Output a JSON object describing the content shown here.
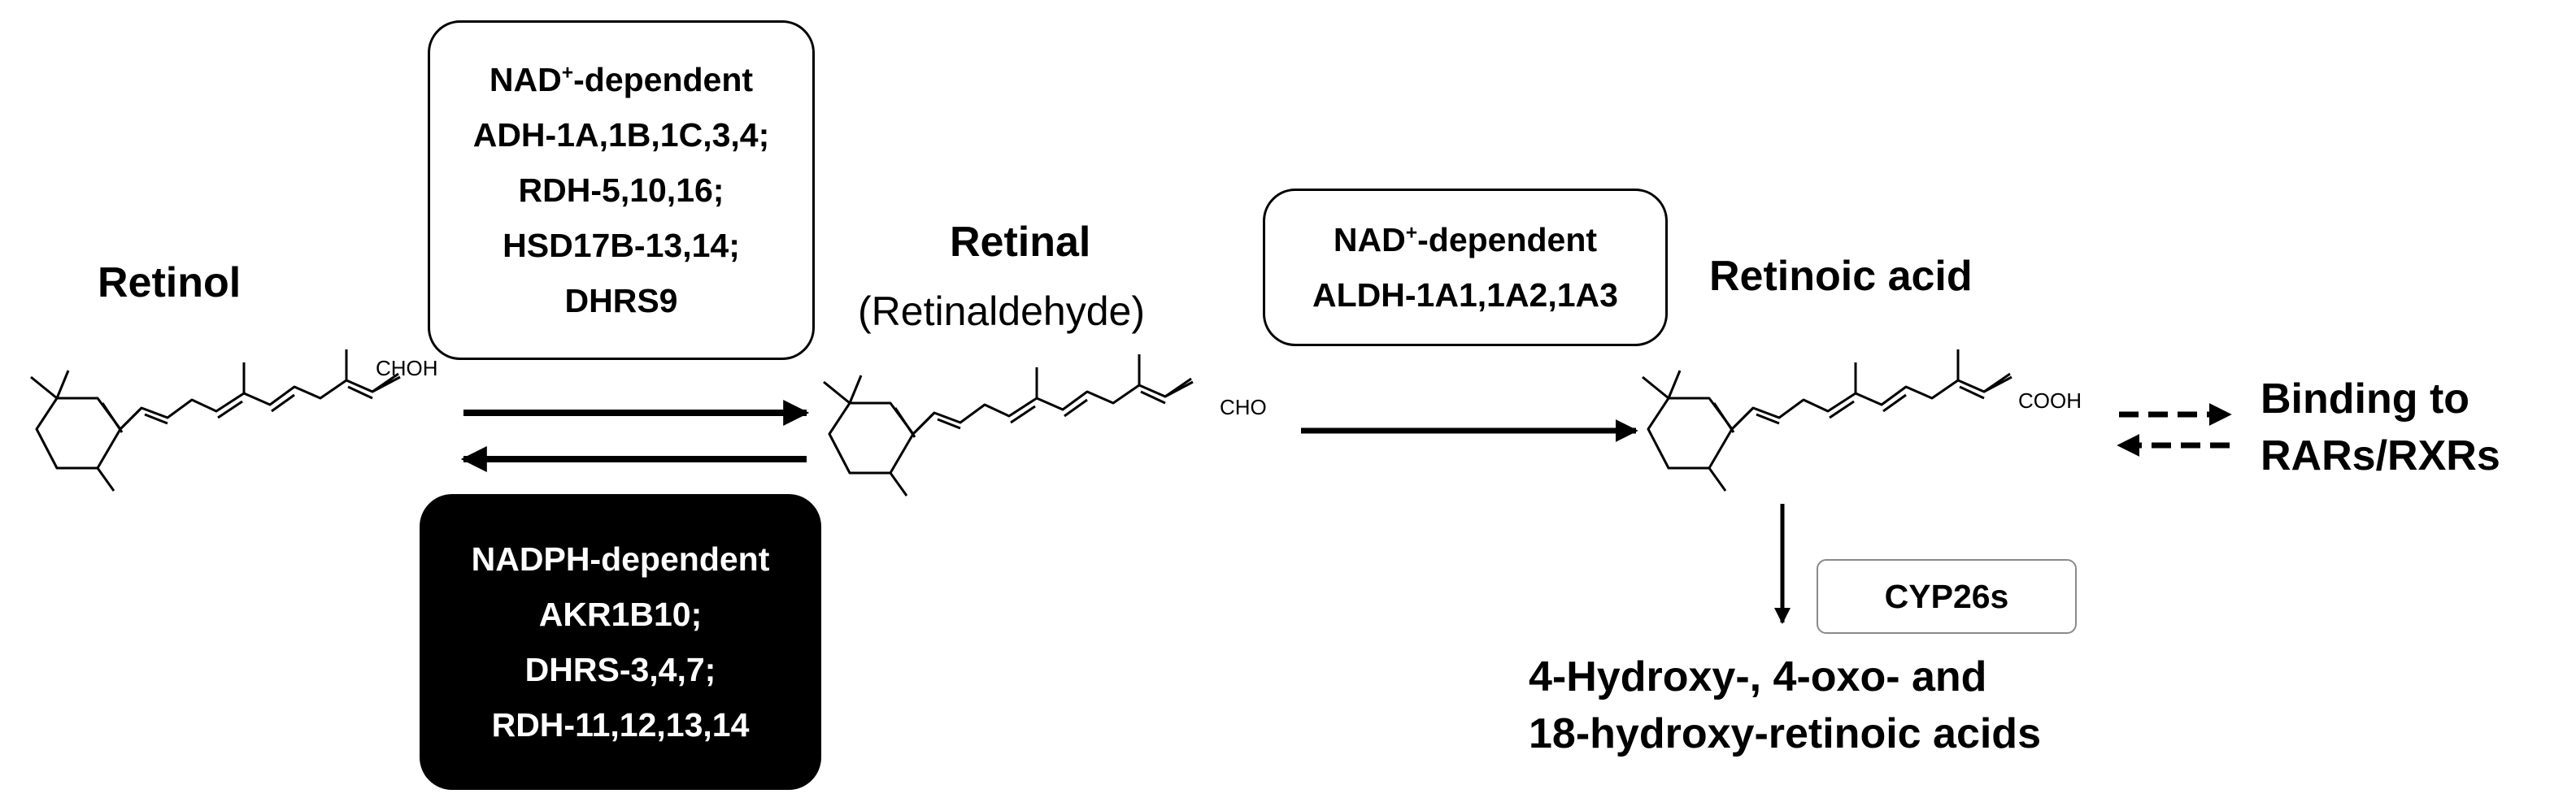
{
  "compounds": {
    "retinol": {
      "title": "Retinol",
      "group": "CHOH"
    },
    "retinal": {
      "title": "Retinal",
      "subtitle": "(Retinaldehyde)",
      "group": "CHO"
    },
    "retinoic_acid": {
      "title": "Retinoic acid",
      "group": "COOH"
    }
  },
  "enzymes": {
    "oxidation_retinol": {
      "cofactor_prefix": "NAD",
      "cofactor_sup": "+",
      "cofactor_suffix": "-dependent",
      "lines": [
        "ADH-1A,1B,1C,3,4;",
        "RDH-5,10,16;",
        "HSD17B-13,14;",
        "DHRS9"
      ]
    },
    "reduction_retinal": {
      "header": "NADPH-dependent",
      "lines": [
        "AKR1B10;",
        "DHRS-3,4,7;",
        "RDH-11,12,13,14"
      ]
    },
    "oxidation_retinal": {
      "cofactor_prefix": "NAD",
      "cofactor_sup": "+",
      "cofactor_suffix": "-dependent",
      "lines": [
        "ALDH-1A1,1A2,1A3"
      ]
    },
    "catabolism": {
      "label": "CYP26s"
    }
  },
  "products": {
    "metabolites": [
      "4-Hydroxy-, 4-oxo- and",
      "18-hydroxy-retinoic acids"
    ],
    "receptor_binding": [
      "Binding to",
      "RARs/RXRs"
    ]
  },
  "colors": {
    "ink": "#000000",
    "box_black_bg": "#000000",
    "box_black_text": "#ffffff",
    "cyp_border": "#8a8a8a"
  }
}
